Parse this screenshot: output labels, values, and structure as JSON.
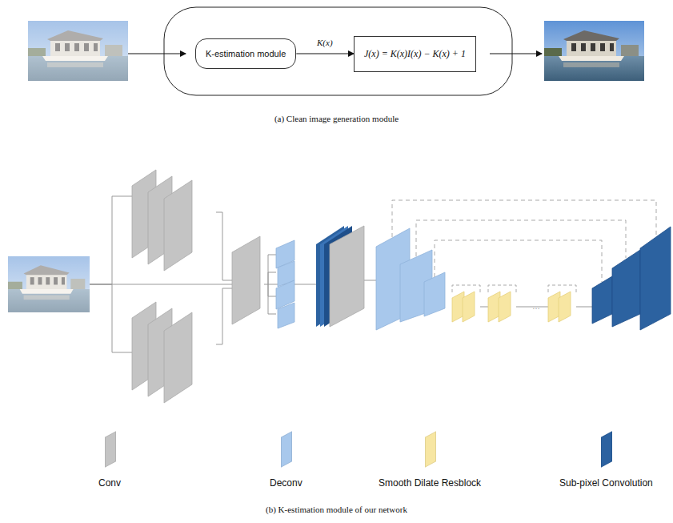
{
  "diagram": {
    "nodes": [
      {
        "text": [
          "K-estimation module"
        ]
      },
      {
        "text": [
          "J(x) = K(x)I(x) − K(x) + 1"
        ]
      }
    ],
    "edges": [
      {
        "from": 0,
        "to": 1,
        "label": "K(x)",
        "arrow": "to"
      }
    ],
    "labels": [
      "(a) Clean image generation module",
      "(b) K-estimation module of our network"
    ],
    "legend": [
      {
        "text": "Conv",
        "color": "#c4c4c4"
      },
      {
        "text": "Deconv",
        "color": "#a8c8ec"
      },
      {
        "text": "Smooth Dilate Resblock",
        "color": "#f7e6a2"
      },
      {
        "text": "Sub-pixel Convolution",
        "color": "#2c62a0"
      }
    ]
  }
}
